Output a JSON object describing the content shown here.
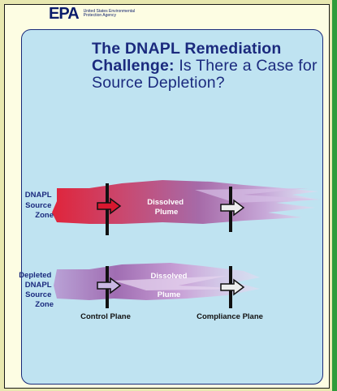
{
  "header": {
    "logo_text": "EPA",
    "agency_name": "United States Environmental Protection Agency"
  },
  "title": {
    "bold_part": "The DNAPL Remediation Challenge:",
    "rest": "Is There a Case for Source Depletion?"
  },
  "diagram_top": {
    "source_label_lines": [
      "DNAPL",
      "Source",
      "Zone"
    ],
    "plume_label_lines": [
      "Dissolved",
      "Plume"
    ]
  },
  "diagram_bottom": {
    "source_label_lines": [
      "Depleted",
      "DNAPL",
      "Source",
      "Zone"
    ],
    "plume_label_lines": [
      "Dissolved",
      "Plume"
    ],
    "control_plane_label": "Control Plane",
    "compliance_plane_label": "Compliance Plane"
  },
  "colors": {
    "title": "#1b2a7e",
    "panel_bg": "#bfe3f1",
    "source_red": "#e0243a",
    "plume_purple": "#9a6fb0",
    "side_bar": "#2e9c3a"
  }
}
